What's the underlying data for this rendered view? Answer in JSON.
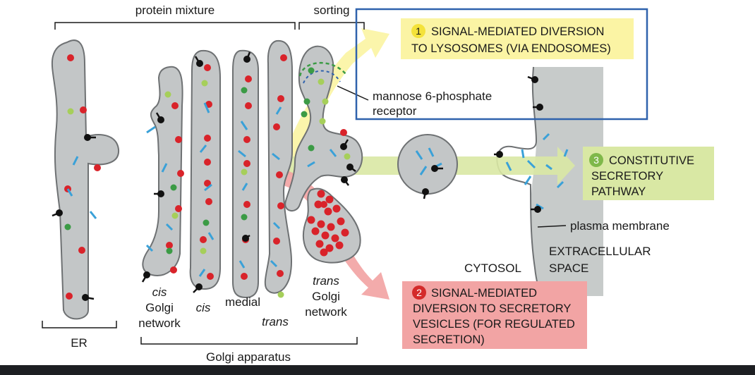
{
  "labels": {
    "protein_mixture": "protein mixture",
    "sorting": "sorting",
    "mannose_line1": "mannose 6-phosphate",
    "mannose_line2": "receptor",
    "plasma_membrane": "plasma membrane",
    "cytosol": "CYTOSOL",
    "extracellular_line1": "EXTRACELLULAR",
    "extracellular_line2": "SPACE",
    "er": "ER",
    "cis_golgi_network_1": "cis",
    "cis_golgi_network_2": "Golgi",
    "cis_golgi_network_3": "network",
    "cis": "cis",
    "medial": "medial",
    "trans": "trans",
    "trans_golgi_network_1": "trans",
    "trans_golgi_network_2": "Golgi",
    "trans_golgi_network_3": "network",
    "golgi_apparatus": "Golgi apparatus"
  },
  "pathways": [
    {
      "number": "1",
      "lines": [
        "SIGNAL-MEDIATED DIVERSION",
        "TO LYSOSOMES (VIA ENDOSOMES)"
      ],
      "color": "#fbf4a4",
      "badge": "#f4e23a"
    },
    {
      "number": "2",
      "lines": [
        "SIGNAL-MEDIATED",
        "DIVERSION TO SECRETORY",
        "VESICLES (FOR REGULATED",
        "SECRETION)"
      ],
      "color": "#f2a4a4",
      "badge": "#d42a2a"
    },
    {
      "number": "3",
      "lines": [
        "CONSTITUTIVE",
        "SECRETORY",
        "PATHWAY"
      ],
      "color": "#d9e8a4",
      "badge": "#7fb84a"
    }
  ],
  "colors": {
    "membrane_fill": "#c3c6c7",
    "membrane_stroke": "#6e7173",
    "highlight_box": "#2f62ad",
    "red_protein": "#d9232a",
    "green_dark": "#3b9b45",
    "green_light": "#a6cf5a",
    "blue_rod": "#3aa1d8",
    "extracellular": "#c7cbca"
  }
}
